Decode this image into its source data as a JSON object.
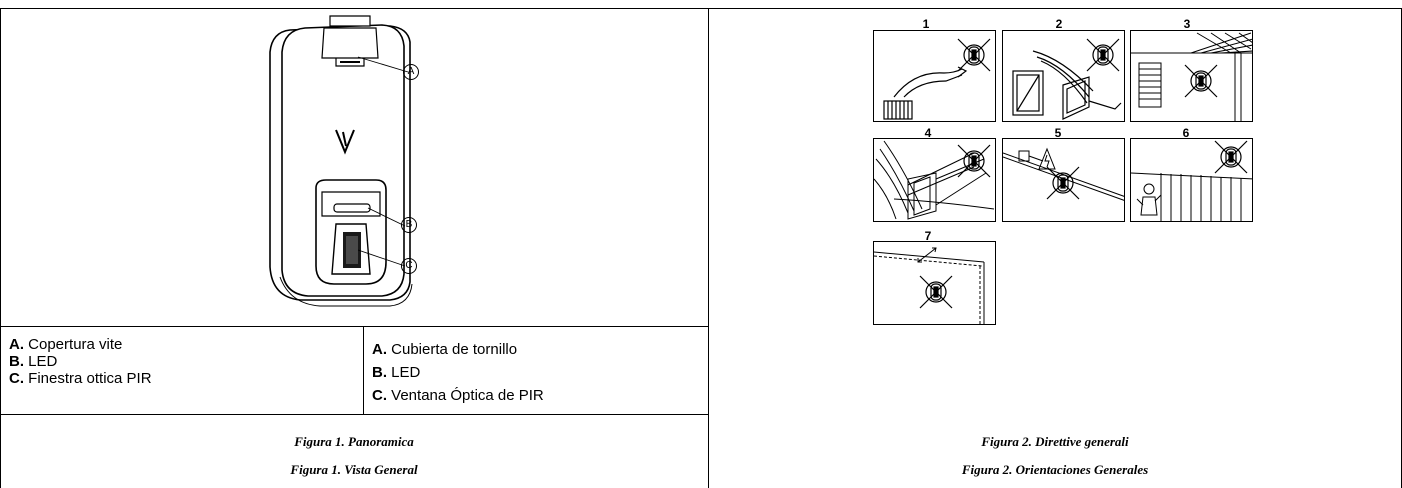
{
  "figure1": {
    "callouts": [
      "A",
      "B",
      "C"
    ],
    "legend_it": [
      {
        "key": "A.",
        "text": " Copertura vite"
      },
      {
        "key": "B.",
        "text": " LED"
      },
      {
        "key": "C.",
        "text": " Finestra ottica PIR"
      }
    ],
    "legend_es": [
      {
        "key": "A.",
        "text": " Cubierta de tornillo"
      },
      {
        "key": "B.",
        "text": " LED"
      },
      {
        "key": "C.",
        "text": " Ventana Óptica de PIR"
      }
    ],
    "caption_it": "Figura 1. Panoramica",
    "caption_es": "Figura 1. Vista General"
  },
  "figure2": {
    "panels": [
      "1",
      "2",
      "3",
      "4",
      "5",
      "6",
      "7"
    ],
    "caption_it": "Figura 2. Direttive generali",
    "caption_es": "Figura 2. Orientaciones Generales"
  }
}
